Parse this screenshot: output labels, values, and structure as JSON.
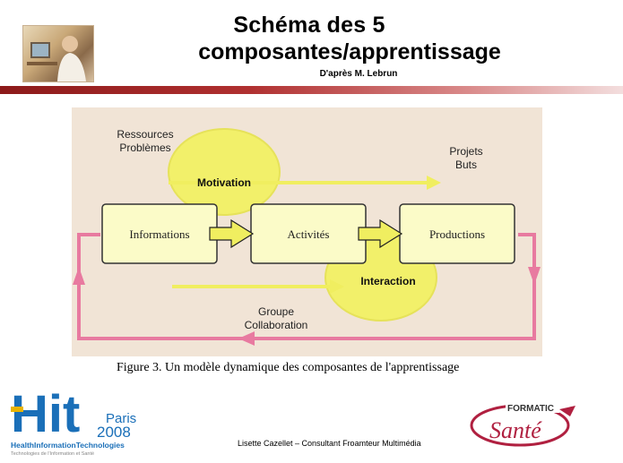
{
  "header": {
    "title_line1": "Schéma des 5",
    "title_line2": "composantes/apprentissage",
    "subtitle": "D'après M. Lebrun"
  },
  "diagram": {
    "boxes": [
      "Informations",
      "Activités",
      "Productions"
    ],
    "ovals": [
      "Motivation",
      "Interaction"
    ],
    "labels": {
      "top_left_1": "Ressources",
      "top_left_2": "Problèmes",
      "top_right_1": "Projets",
      "top_right_2": "Buts",
      "bottom_1": "Groupe",
      "bottom_2": "Collaboration"
    },
    "colors": {
      "box_fill": "#fbfbc8",
      "oval_fill": "#f2f06a",
      "loop": "#e87aa0",
      "arrow": "#f0ee60"
    }
  },
  "caption": "Figure 3. Un modèle dynamique des composantes de l'apprentissage",
  "footer": {
    "credit": "Lisette Cazellet – Consultant Froamteur Multimédia",
    "hit_logo": {
      "word": "Hit",
      "city": "Paris",
      "year": "2008",
      "line1": "HealthInformationTechnologies",
      "line2": "Technologies de l'Information et Santé"
    },
    "formatic_logo": {
      "top": "FORMATIC",
      "bottom": "Santé"
    }
  }
}
